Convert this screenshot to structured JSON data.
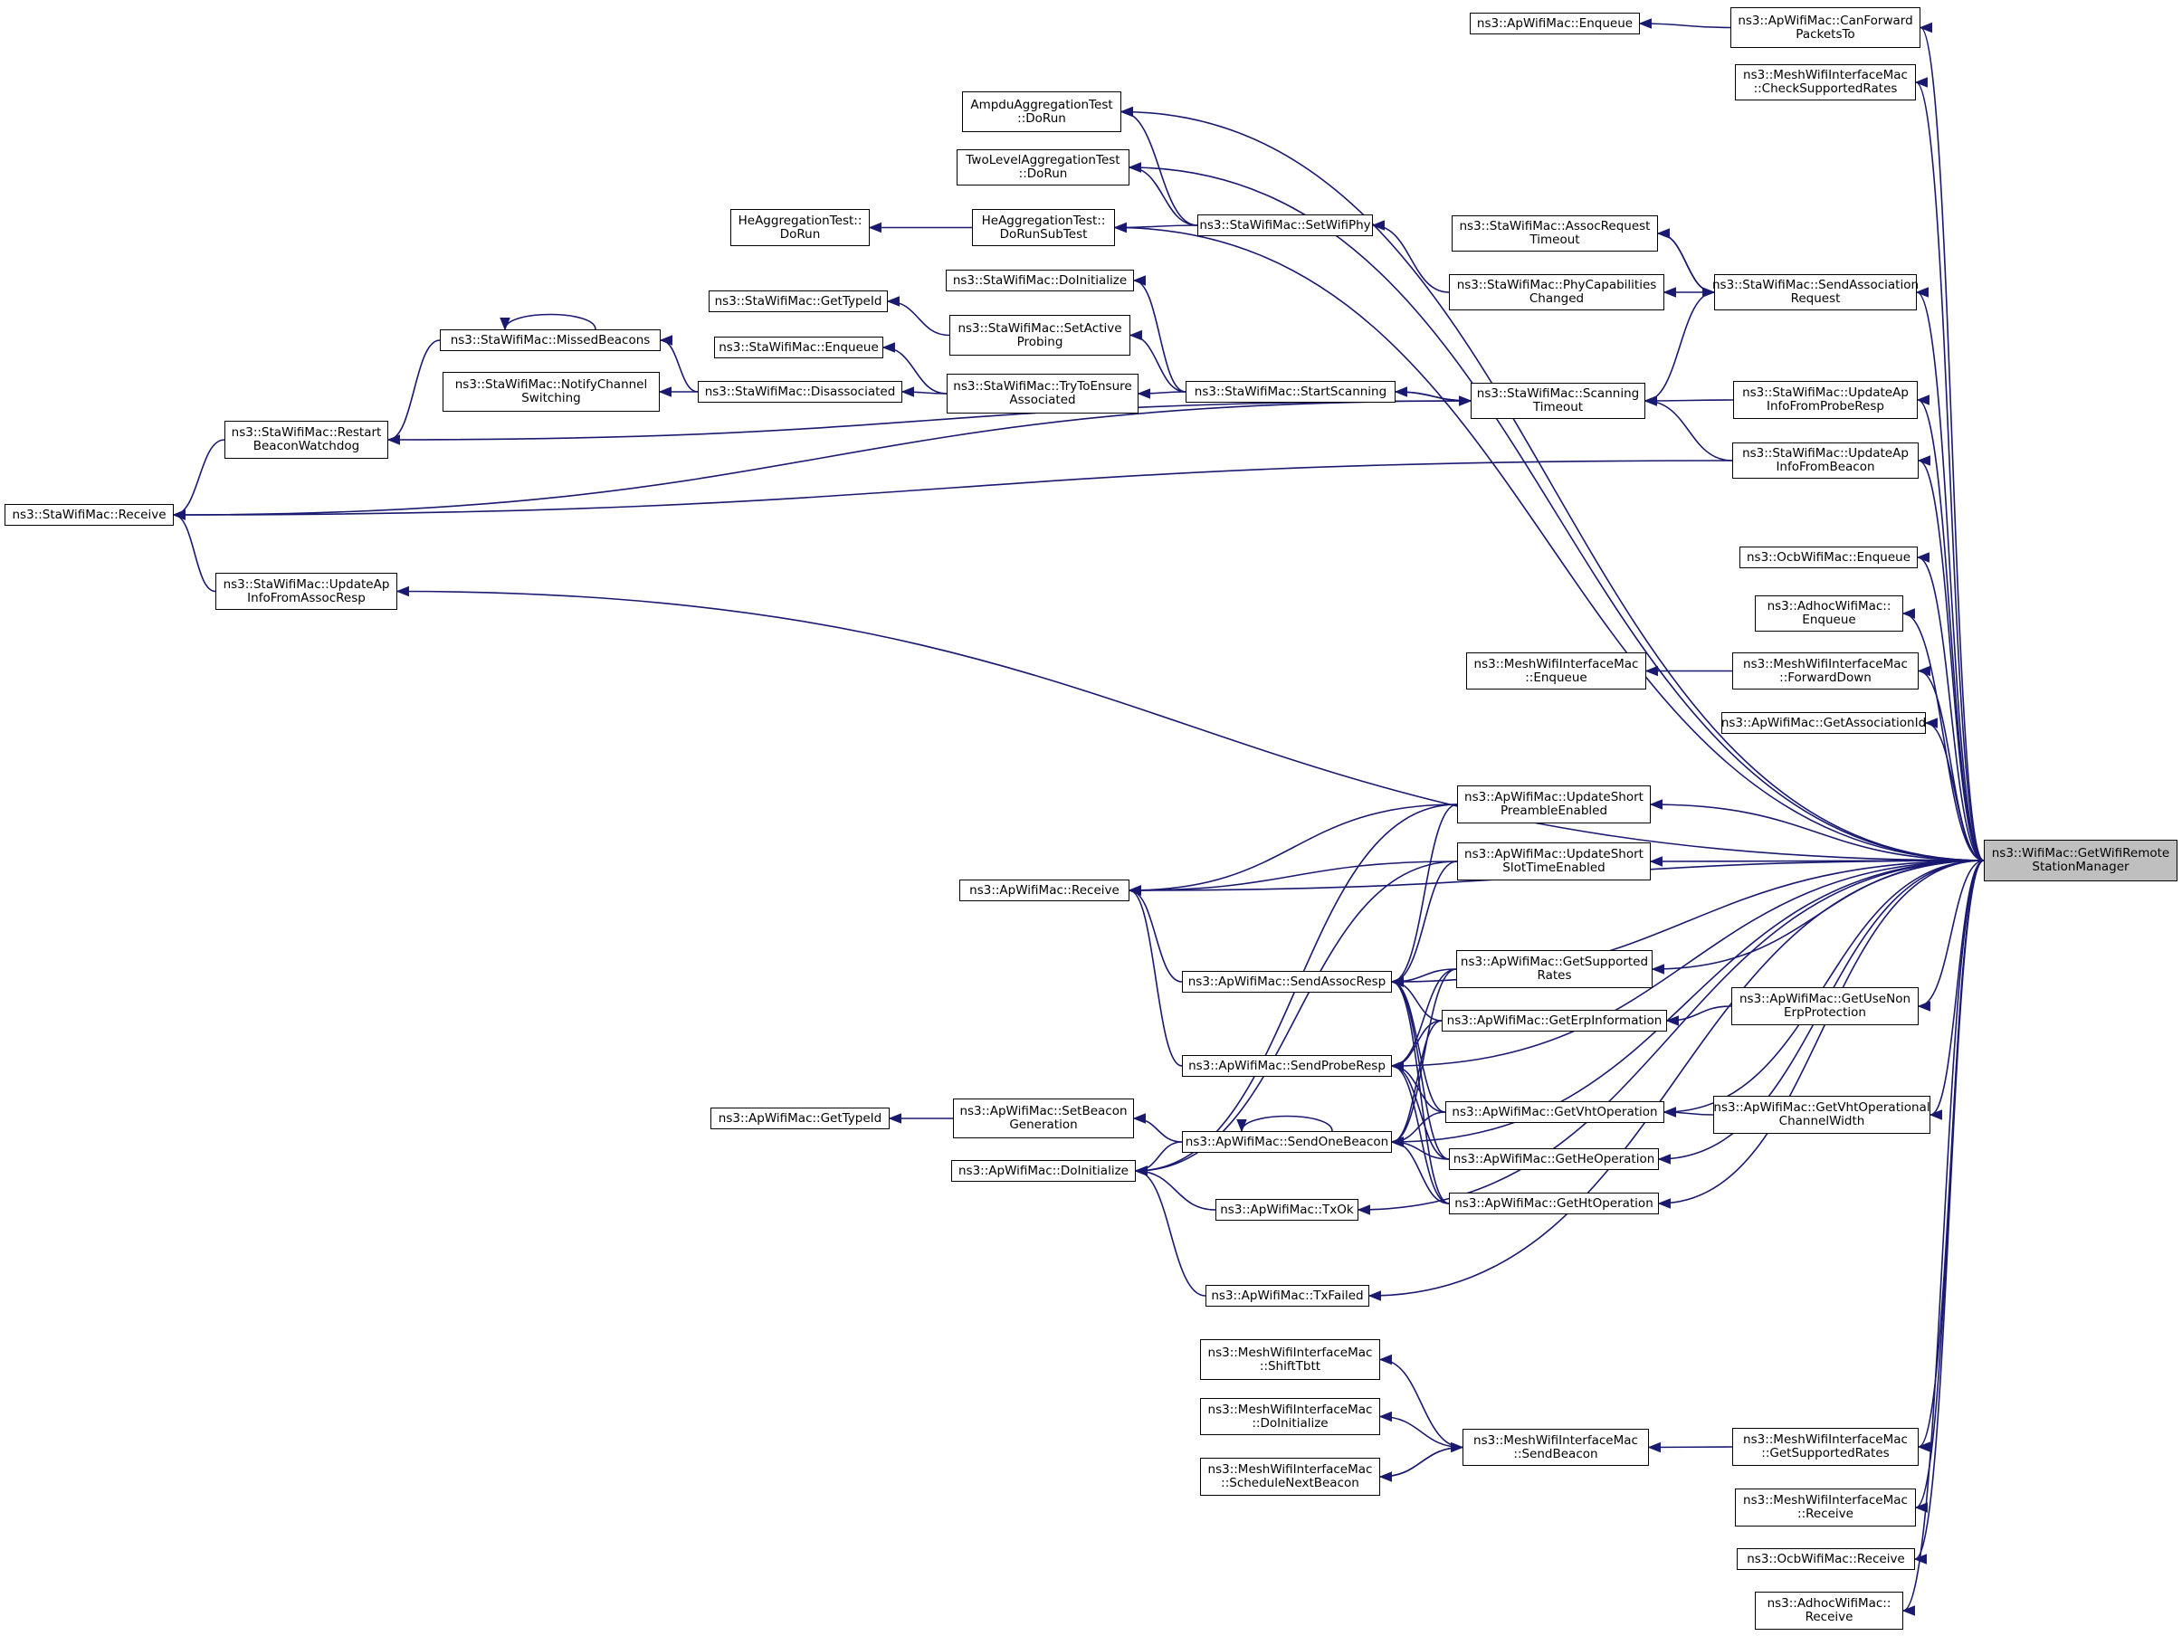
{
  "colors": {
    "edge": "#191970",
    "node_border": "#000000",
    "root_fill": "#bfbfbf",
    "node_fill": "#ffffff"
  },
  "nodes": [
    {
      "id": "root",
      "label": "ns3::WifiMac::GetWifiRemote\nStationManager",
      "root": true
    },
    {
      "id": "canfwd",
      "label": "ns3::ApWifiMac::CanForward\nPacketsTo"
    },
    {
      "id": "apenq_top",
      "label": "ns3::ApWifiMac::Enqueue"
    },
    {
      "id": "meshcheck",
      "label": "ns3::MeshWifiInterfaceMac\n::CheckSupportedRates"
    },
    {
      "id": "ampdu",
      "label": "AmpduAggregationTest\n::DoRun"
    },
    {
      "id": "twolevel",
      "label": "TwoLevelAggregationTest\n::DoRun"
    },
    {
      "id": "heagg",
      "label": "HeAggregationTest::\nDoRun"
    },
    {
      "id": "hesub",
      "label": "HeAggregationTest::\nDoRunSubTest"
    },
    {
      "id": "setwifiphy",
      "label": "ns3::StaWifiMac::SetWifiPhy"
    },
    {
      "id": "assocto",
      "label": "ns3::StaWifiMac::AssocRequest\nTimeout"
    },
    {
      "id": "phycap",
      "label": "ns3::StaWifiMac::PhyCapabilities\nChanged"
    },
    {
      "id": "sendassocreq",
      "label": "ns3::StaWifiMac::SendAssociation\nRequest"
    },
    {
      "id": "stadoinit",
      "label": "ns3::StaWifiMac::DoInitialize"
    },
    {
      "id": "stagettype",
      "label": "ns3::StaWifiMac::GetTypeId"
    },
    {
      "id": "setactive",
      "label": "ns3::StaWifiMac::SetActive\nProbing"
    },
    {
      "id": "missed",
      "label": "ns3::StaWifiMac::MissedBeacons"
    },
    {
      "id": "staenq",
      "label": "ns3::StaWifiMac::Enqueue"
    },
    {
      "id": "notify",
      "label": "ns3::StaWifiMac::NotifyChannel\nSwitching"
    },
    {
      "id": "disassoc",
      "label": "ns3::StaWifiMac::Disassociated"
    },
    {
      "id": "tryens",
      "label": "ns3::StaWifiMac::TryToEnsure\nAssociated"
    },
    {
      "id": "startscan",
      "label": "ns3::StaWifiMac::StartScanning"
    },
    {
      "id": "scanto",
      "label": "ns3::StaWifiMac::Scanning\nTimeout"
    },
    {
      "id": "updprobe",
      "label": "ns3::StaWifiMac::UpdateAp\nInfoFromProbeResp"
    },
    {
      "id": "restart",
      "label": "ns3::StaWifiMac::Restart\nBeaconWatchdog"
    },
    {
      "id": "updbeacon",
      "label": "ns3::StaWifiMac::UpdateAp\nInfoFromBeacon"
    },
    {
      "id": "starecv",
      "label": "ns3::StaWifiMac::Receive"
    },
    {
      "id": "updassoc",
      "label": "ns3::StaWifiMac::UpdateAp\nInfoFromAssocResp"
    },
    {
      "id": "ocbenq",
      "label": "ns3::OcbWifiMac::Enqueue"
    },
    {
      "id": "adhocenq",
      "label": "ns3::AdhocWifiMac::\nEnqueue"
    },
    {
      "id": "meshenq",
      "label": "ns3::MeshWifiInterfaceMac\n::Enqueue"
    },
    {
      "id": "meshfwd",
      "label": "ns3::MeshWifiInterfaceMac\n::ForwardDown"
    },
    {
      "id": "getassocid",
      "label": "ns3::ApWifiMac::GetAssociationId"
    },
    {
      "id": "updshortpre",
      "label": "ns3::ApWifiMac::UpdateShort\nPreambleEnabled"
    },
    {
      "id": "aprecv",
      "label": "ns3::ApWifiMac::Receive"
    },
    {
      "id": "updshortslot",
      "label": "ns3::ApWifiMac::UpdateShort\nSlotTimeEnabled"
    },
    {
      "id": "sendassocresp",
      "label": "ns3::ApWifiMac::SendAssocResp"
    },
    {
      "id": "getsupp",
      "label": "ns3::ApWifiMac::GetSupported\nRates"
    },
    {
      "id": "geterp",
      "label": "ns3::ApWifiMac::GetErpInformation"
    },
    {
      "id": "getusenon",
      "label": "ns3::ApWifiMac::GetUseNon\nErpProtection"
    },
    {
      "id": "sendprobe",
      "label": "ns3::ApWifiMac::SendProbeResp"
    },
    {
      "id": "apgettype",
      "label": "ns3::ApWifiMac::GetTypeId"
    },
    {
      "id": "setbeacongen",
      "label": "ns3::ApWifiMac::SetBeacon\nGeneration"
    },
    {
      "id": "getvht",
      "label": "ns3::ApWifiMac::GetVhtOperation"
    },
    {
      "id": "getvhtcw",
      "label": "ns3::ApWifiMac::GetVhtOperational\nChannelWidth"
    },
    {
      "id": "sendonebeacon",
      "label": "ns3::ApWifiMac::SendOneBeacon"
    },
    {
      "id": "apdoinit",
      "label": "ns3::ApWifiMac::DoInitialize"
    },
    {
      "id": "gethe",
      "label": "ns3::ApWifiMac::GetHeOperation"
    },
    {
      "id": "getht",
      "label": "ns3::ApWifiMac::GetHtOperation"
    },
    {
      "id": "txok",
      "label": "ns3::ApWifiMac::TxOk"
    },
    {
      "id": "txfailed",
      "label": "ns3::ApWifiMac::TxFailed"
    },
    {
      "id": "meshshift",
      "label": "ns3::MeshWifiInterfaceMac\n::ShiftTbtt"
    },
    {
      "id": "meshdoinit",
      "label": "ns3::MeshWifiInterfaceMac\n::DoInitialize"
    },
    {
      "id": "meshsendbeacon",
      "label": "ns3::MeshWifiInterfaceMac\n::SendBeacon"
    },
    {
      "id": "meshsched",
      "label": "ns3::MeshWifiInterfaceMac\n::ScheduleNextBeacon"
    },
    {
      "id": "meshgetsupp",
      "label": "ns3::MeshWifiInterfaceMac\n::GetSupportedRates"
    },
    {
      "id": "meshrecv",
      "label": "ns3::MeshWifiInterfaceMac\n::Receive"
    },
    {
      "id": "ocbrecv",
      "label": "ns3::OcbWifiMac::Receive"
    },
    {
      "id": "adhocrecv",
      "label": "ns3::AdhocWifiMac::\nReceive"
    }
  ],
  "edges": [
    [
      "apenq_top",
      "canfwd"
    ],
    [
      "canfwd",
      "root"
    ],
    [
      "meshcheck",
      "root"
    ],
    [
      "ampdu",
      "setwifiphy"
    ],
    [
      "twolevel",
      "setwifiphy"
    ],
    [
      "heagg",
      "hesub"
    ],
    [
      "hesub",
      "setwifiphy"
    ],
    [
      "ampdu",
      "root"
    ],
    [
      "twolevel",
      "root"
    ],
    [
      "hesub",
      "root"
    ],
    [
      "setwifiphy",
      "phycap"
    ],
    [
      "phycap",
      "sendassocreq"
    ],
    [
      "sendassocreq",
      "assocto"
    ],
    [
      "assocto",
      "sendassocreq"
    ],
    [
      "sendassocreq",
      "root"
    ],
    [
      "scanto",
      "sendassocreq"
    ],
    [
      "stadoinit",
      "startscan"
    ],
    [
      "setactive",
      "startscan"
    ],
    [
      "tryens",
      "startscan"
    ],
    [
      "startscan",
      "scanto"
    ],
    [
      "scanto",
      "startscan"
    ],
    [
      "stagettype",
      "setactive"
    ],
    [
      "staenq",
      "tryens"
    ],
    [
      "disassoc",
      "tryens"
    ],
    [
      "missed",
      "disassoc"
    ],
    [
      "notify",
      "disassoc"
    ],
    [
      "missed",
      "missed"
    ],
    [
      "restart",
      "missed"
    ],
    [
      "scanto",
      "restart"
    ],
    [
      "starecv",
      "restart"
    ],
    [
      "scanto",
      "updprobe"
    ],
    [
      "scanto",
      "updbeacon"
    ],
    [
      "updprobe",
      "root"
    ],
    [
      "updbeacon",
      "root"
    ],
    [
      "starecv",
      "scanto"
    ],
    [
      "starecv",
      "updbeacon"
    ],
    [
      "starecv",
      "updassoc"
    ],
    [
      "updassoc",
      "root"
    ],
    [
      "ocbenq",
      "root"
    ],
    [
      "adhocenq",
      "root"
    ],
    [
      "meshenq",
      "meshfwd"
    ],
    [
      "meshfwd",
      "root"
    ],
    [
      "getassocid",
      "root"
    ],
    [
      "aprecv",
      "root"
    ],
    [
      "aprecv",
      "updshortpre"
    ],
    [
      "aprecv",
      "updshortslot"
    ],
    [
      "aprecv",
      "sendassocresp"
    ],
    [
      "aprecv",
      "sendprobe"
    ],
    [
      "updshortpre",
      "root"
    ],
    [
      "updshortslot",
      "root"
    ],
    [
      "sendassocresp",
      "updshortpre"
    ],
    [
      "sendassocresp",
      "updshortslot"
    ],
    [
      "sendassocresp",
      "root"
    ],
    [
      "sendassocresp",
      "getsupp"
    ],
    [
      "sendassocresp",
      "geterp"
    ],
    [
      "sendassocresp",
      "getvht"
    ],
    [
      "sendassocresp",
      "gethe"
    ],
    [
      "sendassocresp",
      "getht"
    ],
    [
      "getsupp",
      "root"
    ],
    [
      "geterp",
      "getusenon"
    ],
    [
      "getusenon",
      "root"
    ],
    [
      "sendprobe",
      "root"
    ],
    [
      "sendprobe",
      "getsupp"
    ],
    [
      "sendprobe",
      "geterp"
    ],
    [
      "sendprobe",
      "getvht"
    ],
    [
      "sendprobe",
      "gethe"
    ],
    [
      "sendprobe",
      "getht"
    ],
    [
      "apgettype",
      "setbeacongen"
    ],
    [
      "setbeacongen",
      "sendonebeacon"
    ],
    [
      "apdoinit",
      "sendonebeacon"
    ],
    [
      "apdoinit",
      "updshortpre"
    ],
    [
      "apdoinit",
      "updshortslot"
    ],
    [
      "sendonebeacon",
      "sendonebeacon"
    ],
    [
      "sendonebeacon",
      "getsupp"
    ],
    [
      "sendonebeacon",
      "geterp"
    ],
    [
      "sendonebeacon",
      "getvht"
    ],
    [
      "sendonebeacon",
      "gethe"
    ],
    [
      "sendonebeacon",
      "getht"
    ],
    [
      "sendonebeacon",
      "root"
    ],
    [
      "getvht",
      "getvhtcw"
    ],
    [
      "getvhtcw",
      "root"
    ],
    [
      "getvht",
      "root"
    ],
    [
      "gethe",
      "root"
    ],
    [
      "getht",
      "root"
    ],
    [
      "apdoinit",
      "txok"
    ],
    [
      "apdoinit",
      "txfailed"
    ],
    [
      "txok",
      "root"
    ],
    [
      "txfailed",
      "root"
    ],
    [
      "meshshift",
      "meshsendbeacon"
    ],
    [
      "meshdoinit",
      "meshsendbeacon"
    ],
    [
      "meshsched",
      "meshsendbeacon"
    ],
    [
      "meshsendbeacon",
      "meshsched"
    ],
    [
      "meshsendbeacon",
      "meshgetsupp"
    ],
    [
      "meshgetsupp",
      "root"
    ],
    [
      "meshrecv",
      "root"
    ],
    [
      "ocbrecv",
      "root"
    ],
    [
      "adhocrecv",
      "root"
    ]
  ]
}
